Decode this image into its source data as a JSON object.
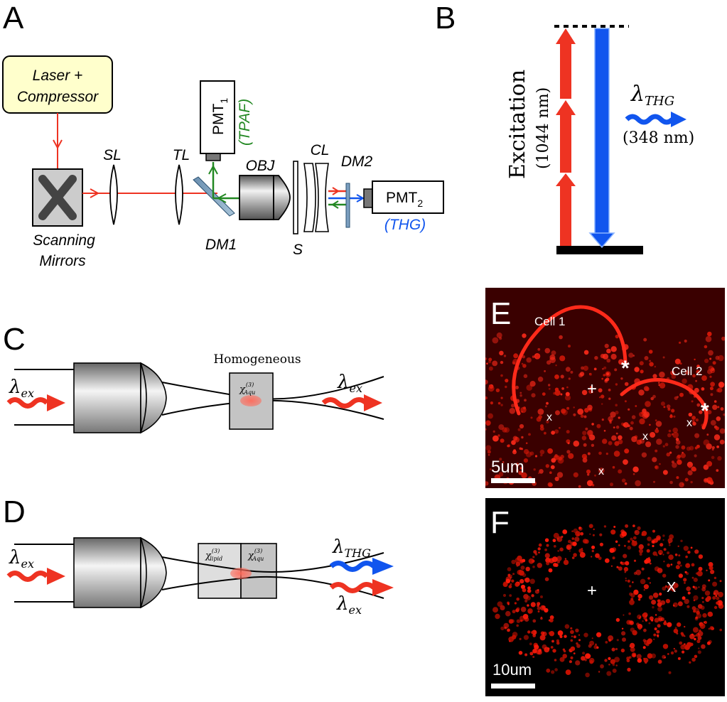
{
  "panels": {
    "a": "A",
    "b": "B",
    "c": "C",
    "d": "D",
    "e": "E",
    "f": "F"
  },
  "setup": {
    "laser_line1": "Laser +",
    "laser_line2": "Compressor",
    "scan_line1": "Scanning",
    "scan_line2": "Mirrors",
    "sl": "SL",
    "tl": "TL",
    "pmt1": "PMT",
    "pmt1_sub": "1",
    "tpaf": "(TPAF)",
    "obj": "OBJ",
    "cl": "CL",
    "dm2": "DM2",
    "dm1": "DM1",
    "s": "S",
    "pmt2": "PMT",
    "pmt2_sub": "2",
    "thg": "(THG)"
  },
  "energy": {
    "excitation": "Excitation",
    "wavelength": "(1044 nm)",
    "lambda": "λ",
    "lambda_sub": "THG",
    "thg_nm": "(348 nm)"
  },
  "panel_c": {
    "homogeneous": "Homogeneous",
    "chi": "χ",
    "chi_sup": "(3)",
    "chi_sub": "Aqu",
    "lambda": "λ",
    "lambda_sub": "ex"
  },
  "panel_d": {
    "chi": "χ",
    "chi_sup": "(3)",
    "chi_sub_left": "lipid",
    "chi_sub_right": "Aqu",
    "lambda": "λ",
    "lambda_sub_ex": "ex",
    "lambda_sub_thg": "THG"
  },
  "micro_e": {
    "cell1": "Cell 1",
    "cell2": "Cell 2",
    "plus": "+",
    "star": "*",
    "x": "x",
    "scale": "5um"
  },
  "micro_f": {
    "plus": "+",
    "x": "X",
    "scale": "10um"
  },
  "colors": {
    "red": "#ee3322",
    "blue": "#1155ee",
    "green": "#228822",
    "laser_fill": "#ffffcc"
  }
}
